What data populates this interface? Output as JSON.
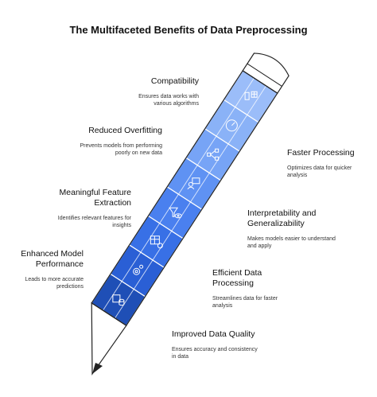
{
  "title": "The Multifaceted Benefits of Data Preprocessing",
  "benefits": [
    {
      "heading": "Compatibility",
      "desc": "Ensures data works with various algorithms",
      "icon": "compatibility-icon",
      "color": "#9bbdf9"
    },
    {
      "heading": "Faster Processing",
      "desc": "Optimizes data for quicker analysis",
      "icon": "speedometer-icon",
      "color": "#8ab2f7"
    },
    {
      "heading": "Reduced Overfitting",
      "desc": "Prevents models from performing poorly on new data",
      "icon": "network-icon",
      "color": "#77a4f6"
    },
    {
      "heading": "Meaningful Feature Extraction",
      "desc": "Identifies relevant features for insights",
      "icon": "feature-user-icon",
      "color": "#5f92f3"
    },
    {
      "heading": "Interpretability and Generalizability",
      "desc": "Makes models easier to understand and apply",
      "icon": "filter-eye-icon",
      "color": "#4a80ef"
    },
    {
      "heading": "Enhanced Model Performance",
      "desc": "Leads to more accurate predictions",
      "icon": "table-refresh-icon",
      "color": "#3870e6"
    },
    {
      "heading": "Efficient Data Processing",
      "desc": "Streamlines data for faster analysis",
      "icon": "gears-icon",
      "color": "#2a5fd5"
    },
    {
      "heading": "Improved Data Quality",
      "desc": "Ensures accuracy and consistency in data",
      "icon": "data-quality-icon",
      "color": "#1f4fb6"
    }
  ]
}
